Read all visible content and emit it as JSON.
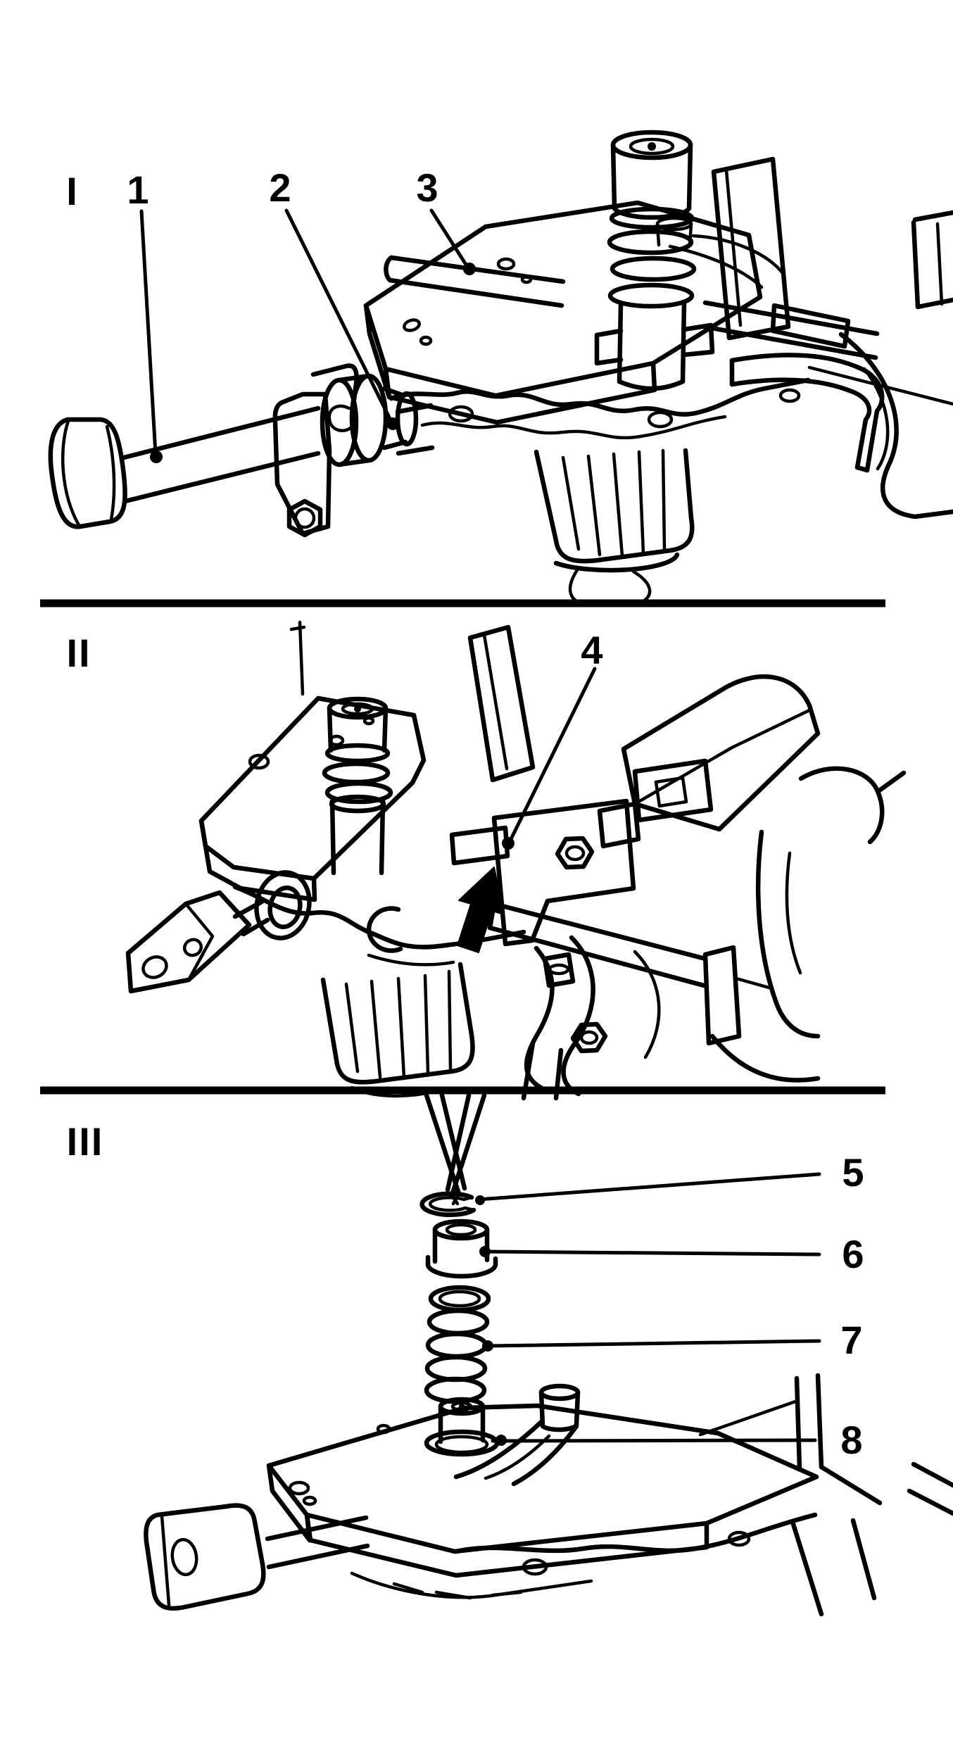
{
  "figure": {
    "colors": {
      "ink": "#000000",
      "paper": "#ffffff"
    },
    "panels": [
      {
        "label": "I",
        "callouts": [
          {
            "number": "1"
          },
          {
            "number": "2"
          },
          {
            "number": "3"
          }
        ]
      },
      {
        "label": "II",
        "callouts": [
          {
            "number": "4"
          }
        ]
      },
      {
        "label": "III",
        "callouts": [
          {
            "number": "5"
          },
          {
            "number": "6"
          },
          {
            "number": "7"
          },
          {
            "number": "8"
          }
        ]
      }
    ],
    "icons": {
      "insertion-arrow-icon": "▲"
    }
  }
}
